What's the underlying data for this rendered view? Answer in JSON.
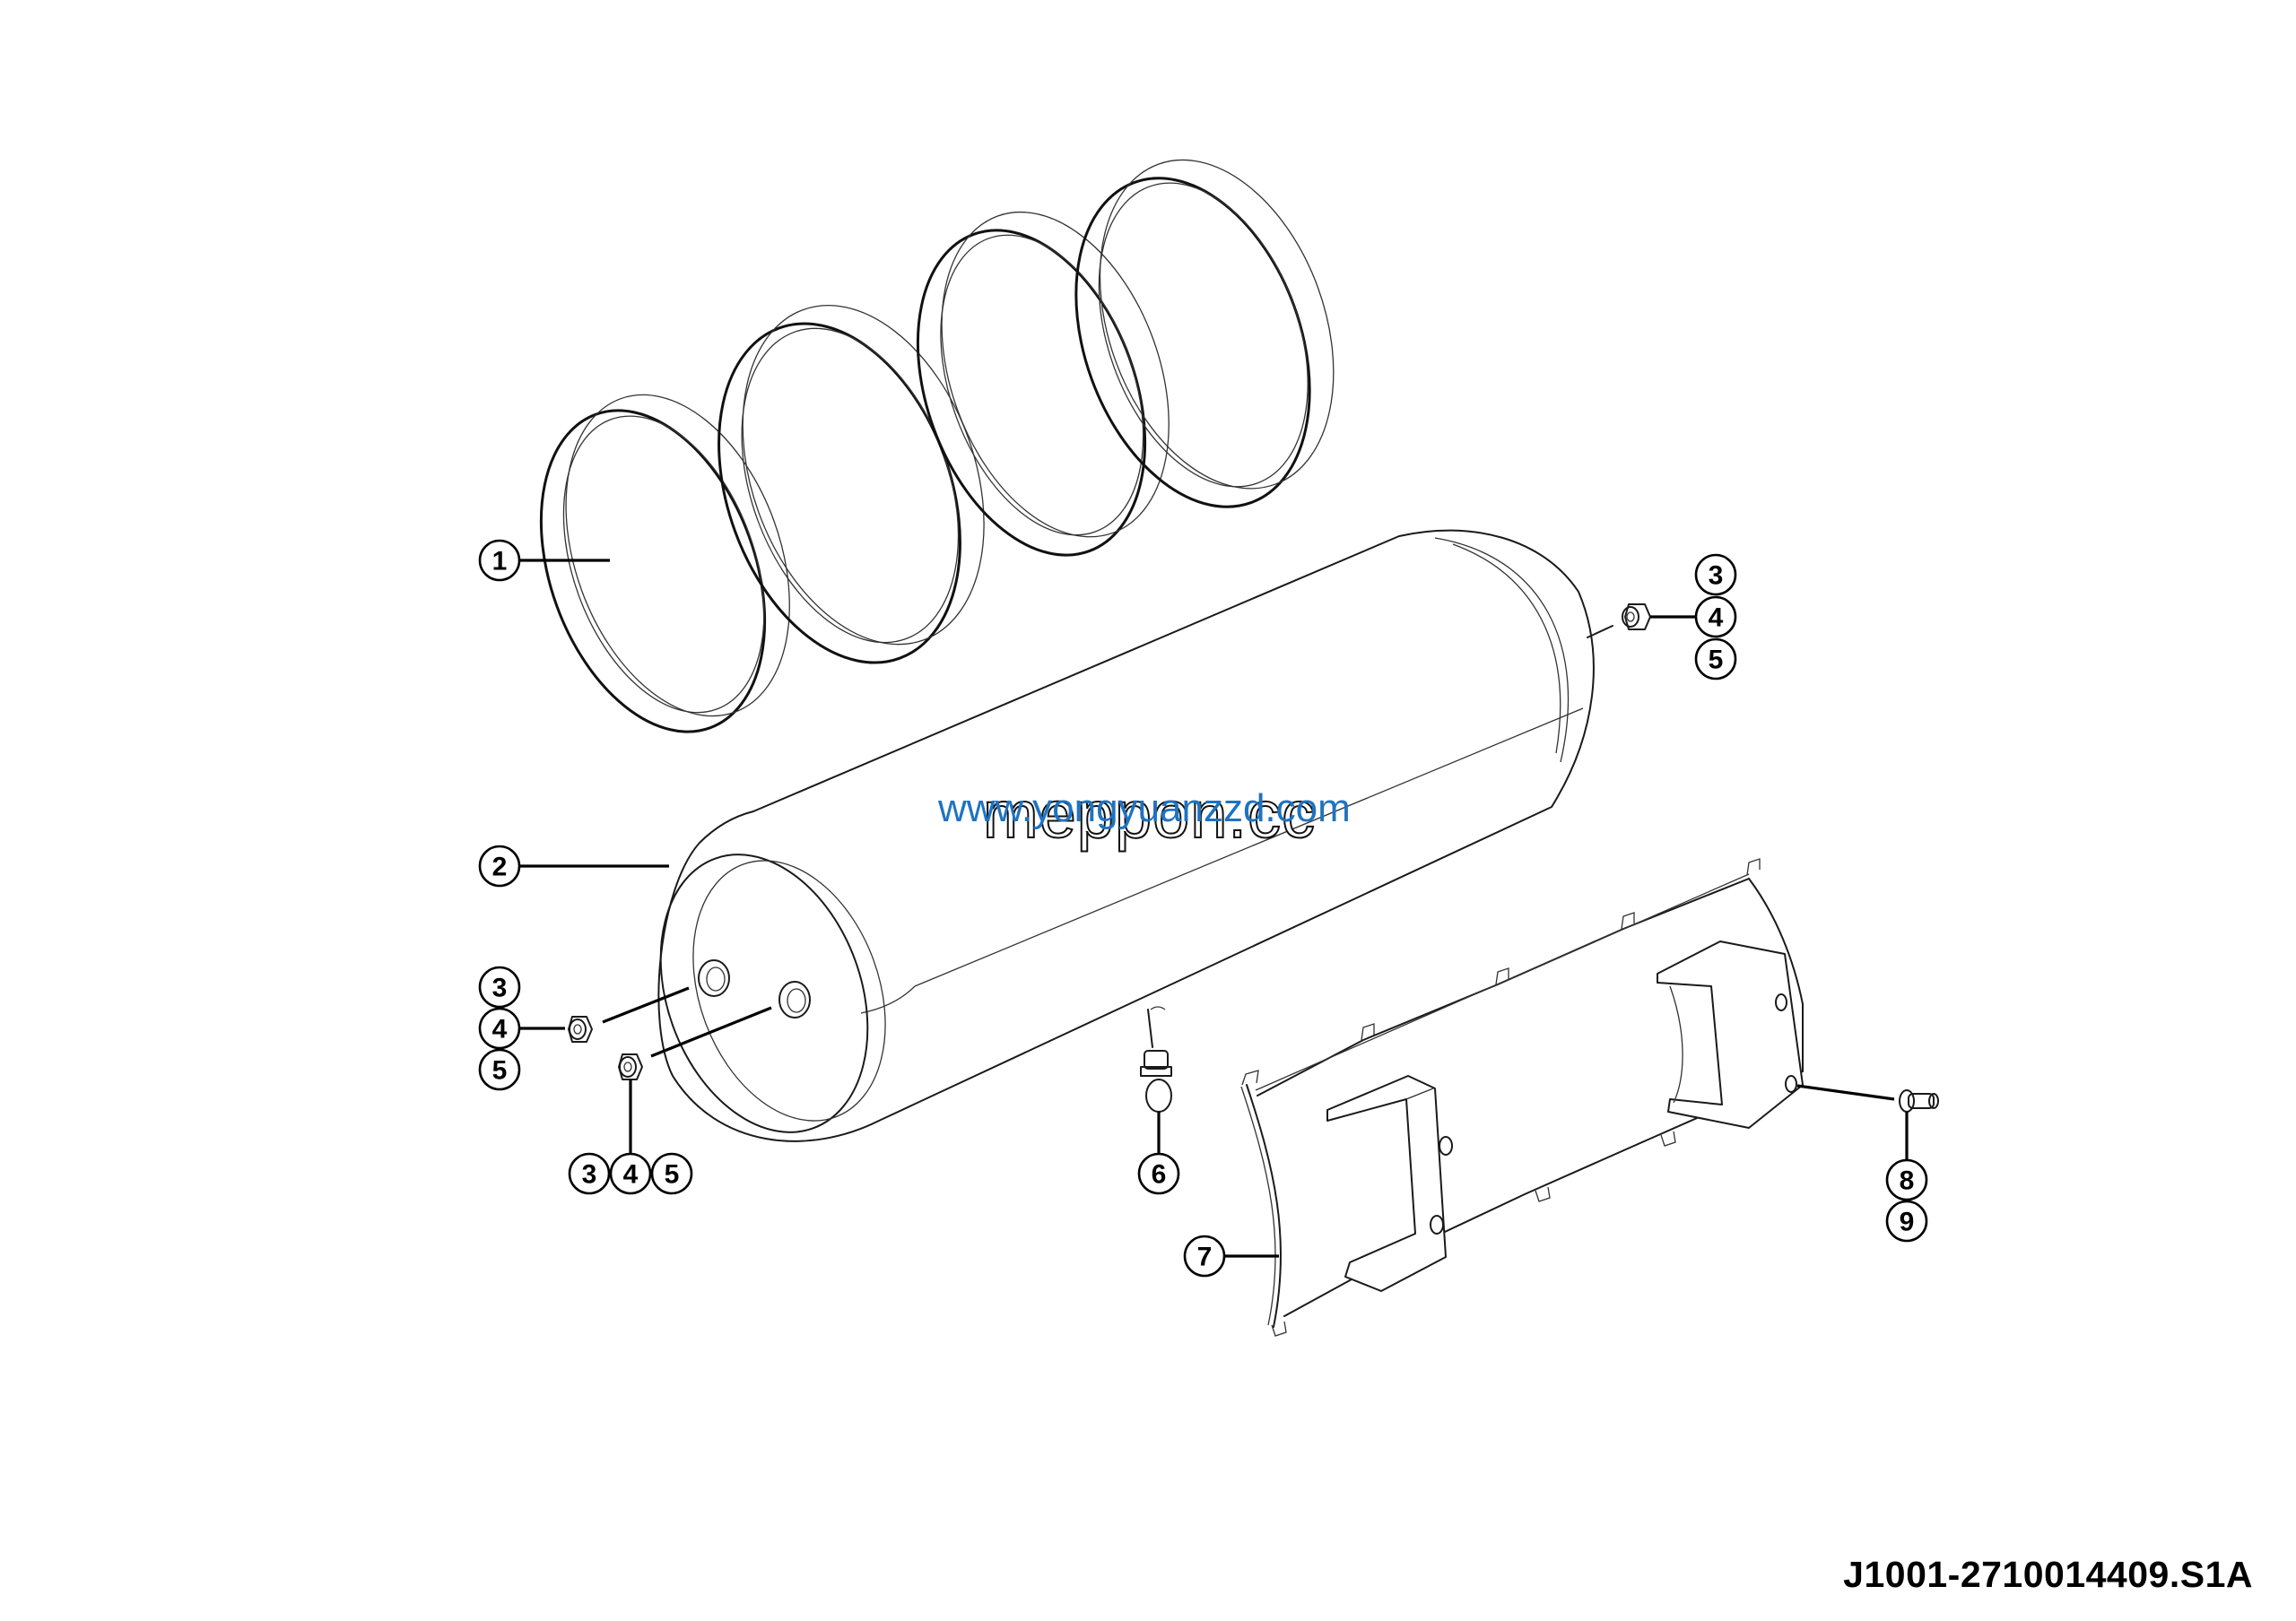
{
  "document": {
    "code": "J1001-2710014409.S1A"
  },
  "watermarks": {
    "outline_text": "meppon.cc",
    "blue_text": "www.yongyuanzzd.com",
    "blue_color": "#1e73c2"
  },
  "callouts": [
    {
      "id": "c1",
      "label": "1",
      "part": "retaining-strap-rings"
    },
    {
      "id": "c2",
      "label": "2",
      "part": "air-reservoir-tank"
    },
    {
      "id": "c3a",
      "label": "3",
      "part": "right-end-fitting"
    },
    {
      "id": "c4a",
      "label": "4",
      "part": "right-end-fitting"
    },
    {
      "id": "c5a",
      "label": "5",
      "part": "right-end-fitting"
    },
    {
      "id": "c3b",
      "label": "3",
      "part": "left-end-fitting-upper"
    },
    {
      "id": "c4b",
      "label": "4",
      "part": "left-end-fitting-upper"
    },
    {
      "id": "c5b",
      "label": "5",
      "part": "left-end-fitting-upper"
    },
    {
      "id": "c3c",
      "label": "3",
      "part": "left-end-fitting-lower"
    },
    {
      "id": "c4c",
      "label": "4",
      "part": "left-end-fitting-lower"
    },
    {
      "id": "c5c",
      "label": "5",
      "part": "left-end-fitting-lower"
    },
    {
      "id": "c6",
      "label": "6",
      "part": "drain-valve-with-ring"
    },
    {
      "id": "c7",
      "label": "7",
      "part": "mounting-cradle-bracket"
    },
    {
      "id": "c8",
      "label": "8",
      "part": "bracket-bolt"
    },
    {
      "id": "c9",
      "label": "9",
      "part": "bracket-washer"
    }
  ],
  "colors": {
    "line": "#1a1a1a",
    "background": "#ffffff"
  }
}
